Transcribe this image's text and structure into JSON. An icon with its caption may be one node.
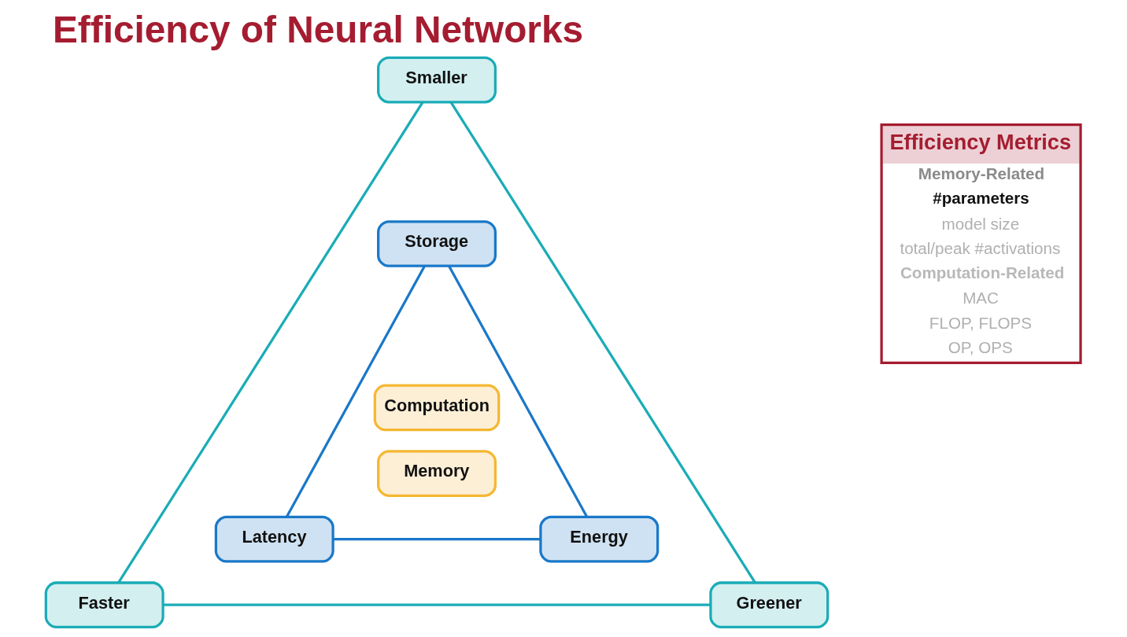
{
  "diagram": {
    "title": "Efficiency of Neural Networks",
    "nodes": [
      {
        "text": [
          "Smaller"
        ]
      },
      {
        "text": [
          "Storage"
        ]
      },
      {
        "text": [
          "Computation"
        ]
      },
      {
        "text": [
          "Memory"
        ]
      },
      {
        "text": [
          "Latency"
        ]
      },
      {
        "text": [
          "Energy"
        ]
      },
      {
        "text": [
          "Faster"
        ]
      },
      {
        "text": [
          "Greener"
        ]
      },
      {
        "text": [
          "Efficiency Metrics",
          "Memory-Related",
          "#parameters",
          "model size",
          "total/peak #activations",
          "Computation-Related",
          "MAC",
          "FLOP, FLOPS",
          "OP, OPS"
        ]
      }
    ],
    "edges": [
      {
        "from": 0,
        "to": 6,
        "arrow": "none",
        "color": "#1aacb6"
      },
      {
        "from": 0,
        "to": 7,
        "arrow": "none",
        "color": "#1aacb6"
      },
      {
        "from": 6,
        "to": 7,
        "arrow": "none",
        "color": "#1aacb6"
      },
      {
        "from": 1,
        "to": 4,
        "arrow": "none",
        "color": "#1a78c8"
      },
      {
        "from": 1,
        "to": 5,
        "arrow": "none",
        "color": "#1a78c8"
      },
      {
        "from": 4,
        "to": 5,
        "arrow": "none",
        "color": "#1a78c8"
      }
    ]
  }
}
